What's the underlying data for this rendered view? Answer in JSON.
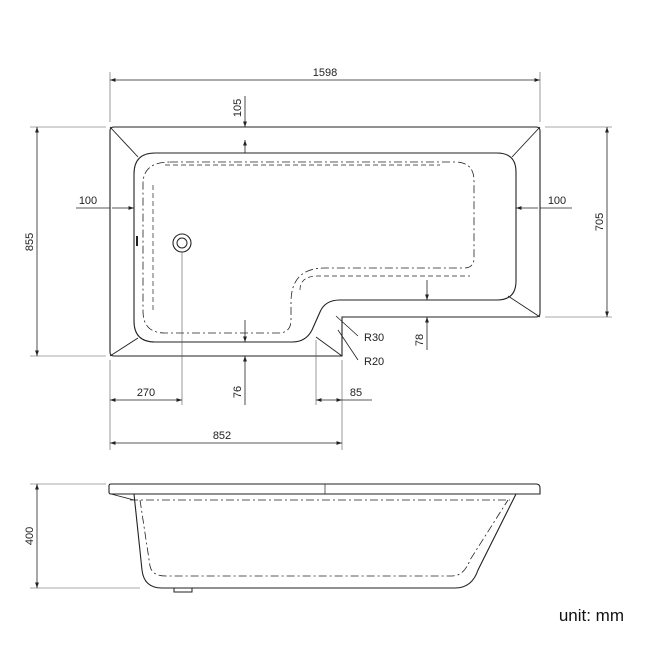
{
  "dimensions": {
    "overall_length": "1598",
    "overall_width": "855",
    "shower_end_width": "705",
    "rim_top": "105",
    "rim_left": "100",
    "rim_right": "100",
    "waste_offset": "270",
    "shower_length": "852",
    "inner_step": "76",
    "step_width": "85",
    "step_depth": "78",
    "radius_large": "R30",
    "radius_small": "R20",
    "height": "400"
  },
  "unit_label": "unit: mm"
}
